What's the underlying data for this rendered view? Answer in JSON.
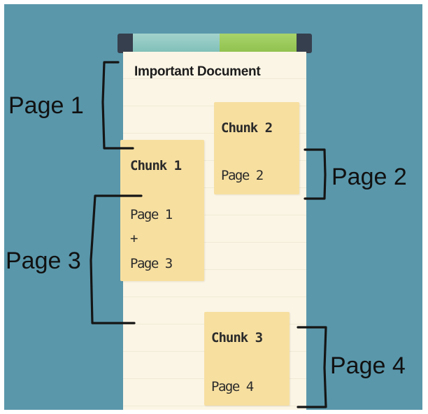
{
  "document": {
    "title": "Important Document"
  },
  "chunks": [
    {
      "title": "Chunk 1",
      "lines": [
        "Page 1",
        "+",
        "Page 3"
      ]
    },
    {
      "title": "Chunk 2",
      "lines": [
        "Page 2"
      ]
    },
    {
      "title": "Chunk 3",
      "lines": [
        "Page 4"
      ]
    }
  ],
  "brackets": [
    {
      "label": "Page 1",
      "side": "left"
    },
    {
      "label": "Page 2",
      "side": "right"
    },
    {
      "label": "Page 3",
      "side": "left"
    },
    {
      "label": "Page 4",
      "side": "right"
    }
  ],
  "colors": {
    "background": "#5a97ab",
    "paper": "#fbf5e5",
    "sticky_note": "#f7dfa0",
    "bar_teal": "#8fc7c0",
    "bar_green": "#98c957",
    "bar_cap": "#363f4d"
  }
}
